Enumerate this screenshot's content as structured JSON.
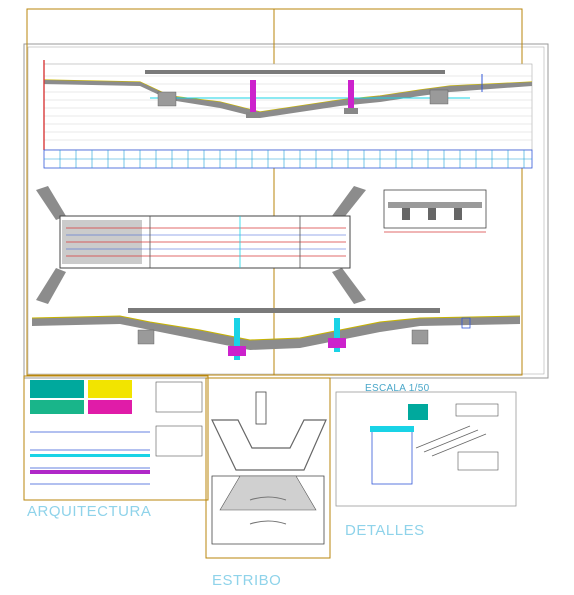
{
  "labels": {
    "arquitectura": "ARQUITECTURA",
    "detalles": "DETALLES",
    "estribo": "ESTRIBO",
    "escala": "ESCALA 1/50"
  },
  "colors": {
    "frame_gold": "#b8860b",
    "frame_gray": "#9a9a9a",
    "terrain_gray": "#8c8c8c",
    "water_cyan": "#19d3e6",
    "pier_magenta": "#cc22cc",
    "section_red": "#d83a3a",
    "grid_blue": "#3358d8",
    "label_blue": "#8fd3ea"
  }
}
